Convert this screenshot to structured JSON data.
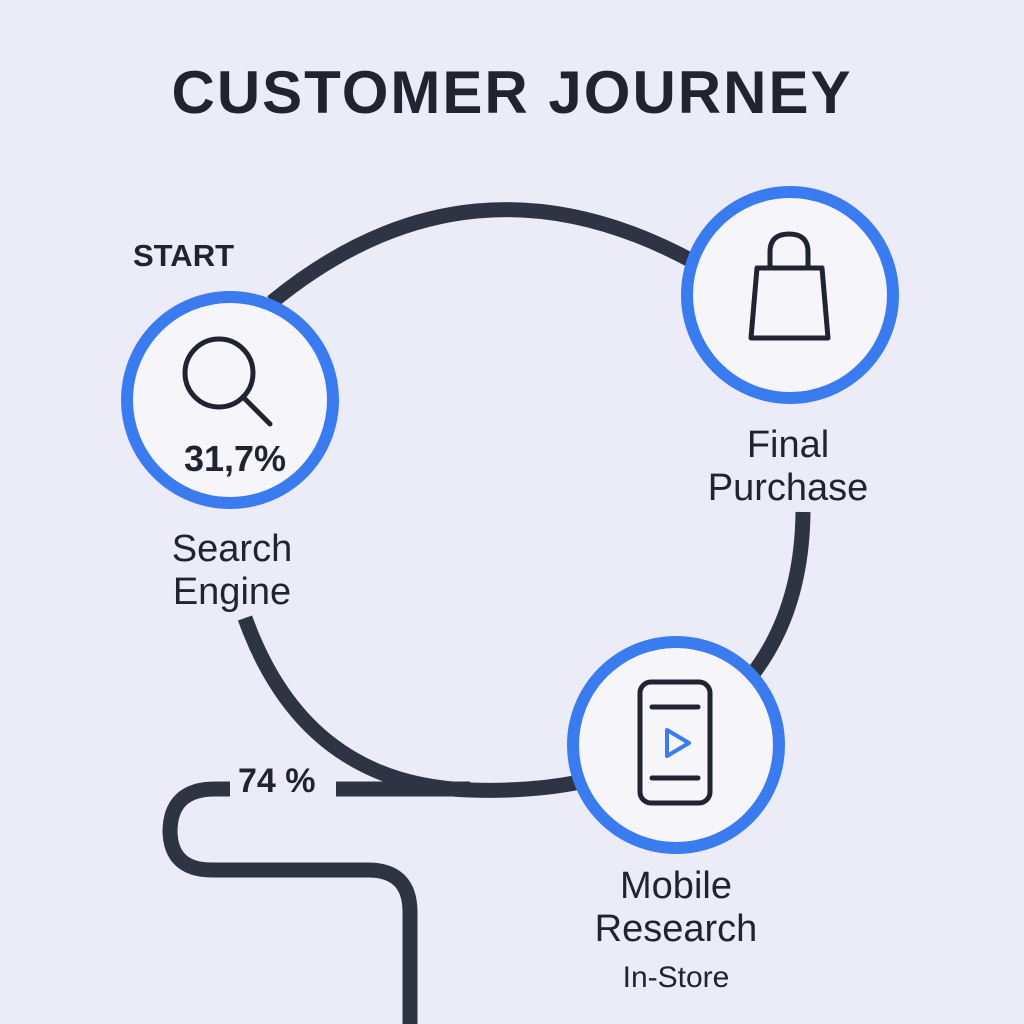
{
  "title": "CUSTOMER JOURNEY",
  "start_label": "START",
  "nodes": {
    "search": {
      "icon": "search-icon",
      "percent": "31,7%",
      "label_line1": "Search",
      "label_line2": "Engine"
    },
    "purchase": {
      "icon": "shopping-bag-icon",
      "label_line1": "Final",
      "label_line2": "Purchase"
    },
    "mobile": {
      "icon": "mobile-video-icon",
      "label_line1": "Mobile",
      "label_line2": "Research",
      "sublabel": "In-Store"
    }
  },
  "path_percent": "74 %",
  "colors": {
    "background": "#ECEBF8",
    "accent": "#3B7BF0",
    "path": "#2E3443",
    "text": "#1F2430",
    "node_fill": "#F6F6FA"
  }
}
